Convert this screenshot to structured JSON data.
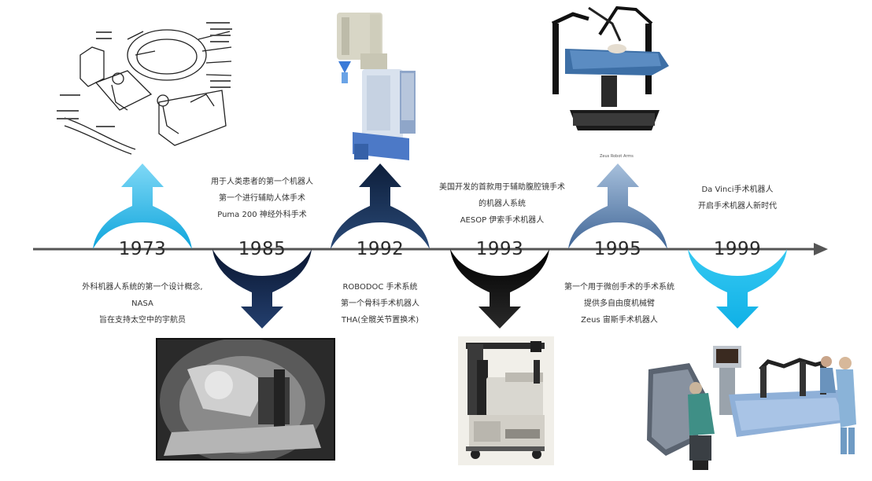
{
  "timeline": {
    "accent_colors": {
      "1973": "#1fb6e6",
      "1985": "#0f1f3d",
      "1992": "#1b3559",
      "1993": "#0b0b0b",
      "1995": "#6f8fb6",
      "1999": "#2cc4ee"
    },
    "line_color": "#555555",
    "events": [
      {
        "year": "1973",
        "lines": [
          "外科机器人系统的第一个设计概念,",
          "NASA",
          "旨在支持太空中的宇航员"
        ]
      },
      {
        "year": "1985",
        "lines": [
          "用于人类患者的第一个机器人",
          "第一个进行辅助人体手术",
          "Puma 200 神经外科手术"
        ]
      },
      {
        "year": "1992",
        "lines": [
          "ROBODOC 手术系统",
          "第一个骨科手术机器人",
          "THA(全髋关节置换术)"
        ]
      },
      {
        "year": "1993",
        "lines": [
          "美国开发的首款用于辅助腹腔镜手术",
          "的机器人系统",
          "AESOP 伊索手术机器人"
        ]
      },
      {
        "year": "1995",
        "lines": [
          "第一个用于微创手术的手术系统",
          "提供多自由度机械臂",
          "Zeus 宙斯手术机器人"
        ]
      },
      {
        "year": "1999",
        "lines": [
          "Da Vinci手术机器人",
          "开启手术机器人新时代"
        ]
      }
    ],
    "images": {
      "zeus_caption": "Zeus Robot Arms"
    }
  }
}
